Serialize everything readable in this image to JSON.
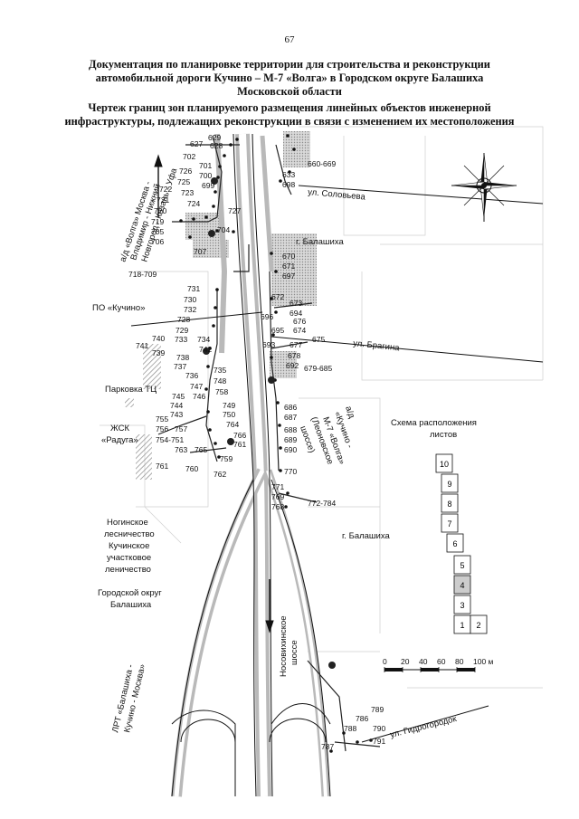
{
  "page_number": "67",
  "title": {
    "line1": "Документация по планировке территории для строительства и реконструкции",
    "line2": "автомобильной дороги Кучино – М-7 «Волга» в Городском округе Балашиха",
    "line3": "Московской области"
  },
  "subtitle": {
    "line1": "Чертеж границ зон планируемого размещения линейных объектов инженерной",
    "line2": "инфраструктуры, подлежащих реконструкции в связи с изменением их местоположения"
  },
  "place_labels": {
    "volga_road_1": "а/д «Волга» Москва -",
    "volga_road_2": "Владимир - Нижний",
    "volga_road_3": "Новгород - Казань - Уфа",
    "soloveva": "ул. Соловьева",
    "balashikha_top": "г. Балашиха",
    "po_kuchino": "ПО «Кучино»",
    "bragina": "ул. Брагина",
    "parkovka": "Парковка ТЦ",
    "zhsk_1": "ЖСК",
    "zhsk_2": "«Радуга»",
    "kuchino_m7_1": "а/д",
    "kuchino_m7_2": "«Кучино -",
    "kuchino_m7_3": "М-7 «Волга»",
    "kuchino_m7_4": "(Леоновское",
    "kuchino_m7_5": "шоссе)",
    "balashikha_mid": "г. Балашиха",
    "noginsk_1": "Ногинское",
    "noginsk_2": "лесничество",
    "noginsk_3": "Кучинское",
    "noginsk_4": "участковое",
    "noginsk_5": "леничество",
    "go_1": "Городской округ",
    "go_2": "Балашиха",
    "nosovikhinskoe_1": "Носовихинское",
    "nosovikhinskoe_2": "шоссе",
    "lrt_1": "ЛРТ «Балашиха -",
    "lrt_2": "Кучино - Москва»",
    "gidrogorodok": "ул. Гидрогородок"
  },
  "point_labels": {
    "p629": "629",
    "p627": "627",
    "p628": "628",
    "p702": "702",
    "p701": "701",
    "p726": "726",
    "p700": "700",
    "p725": "725",
    "p699": "699",
    "p722": "722",
    "p723": "723",
    "p721": "721",
    "p724": "724",
    "p720": "720",
    "p727": "727",
    "p719": "719",
    "p705": "705",
    "p704": "704",
    "p706": "706",
    "p707": "707",
    "p633": "633",
    "p698": "698",
    "r660": "660-669",
    "p670": "670",
    "p671": "671",
    "p697": "697",
    "r718": "718-709",
    "p731": "731",
    "p730": "730",
    "p732": "732",
    "p728": "728",
    "p729": "729",
    "p733": "733",
    "p734": "734",
    "p740": "740",
    "p741": "741",
    "p739": "739",
    "p742": "742",
    "p738": "738",
    "p737": "737",
    "p736": "736",
    "p735": "735",
    "p748": "748",
    "p747": "747",
    "p758": "758",
    "p745": "745",
    "p746": "746",
    "p744": "744",
    "p743": "743",
    "p749": "749",
    "p750": "750",
    "p755": "755",
    "p756": "756",
    "p757": "757",
    "p764": "764",
    "r754": "754-751",
    "p766": "766",
    "p761a": "761",
    "p763": "763",
    "p765": "765",
    "p759": "759",
    "p761": "761",
    "p760": "760",
    "p762": "762",
    "p672": "672",
    "p673": "673",
    "p696": "696",
    "p694": "694",
    "p695": "695",
    "p676": "676",
    "p674": "674",
    "p693": "693",
    "p677": "677",
    "p675": "675",
    "p678": "678",
    "p692": "692",
    "r679": "679-685",
    "p686": "686",
    "p687": "687",
    "p688": "688",
    "p689": "689",
    "p690": "690",
    "p770": "770",
    "p771": "771",
    "p769": "769",
    "p768": "768",
    "r772": "772-784",
    "p789": "789",
    "p786": "786",
    "p788": "788",
    "p790": "790",
    "p787": "787",
    "p791": "791"
  },
  "sheet_scheme": {
    "title_line1": "Схема расположения",
    "title_line2": "листов",
    "sheets": [
      "10",
      "9",
      "8",
      "7",
      "6",
      "5",
      "4",
      "3",
      "1",
      "2"
    ]
  },
  "scale_bar": {
    "ticks": [
      "0",
      "20",
      "40",
      "60",
      "80",
      "100 м"
    ]
  },
  "colors": {
    "road_gray": "#b9b9b9",
    "hatch_gray": "#9a9a9a",
    "ink": "#111111",
    "highlight_sheet": "#cccccc"
  }
}
